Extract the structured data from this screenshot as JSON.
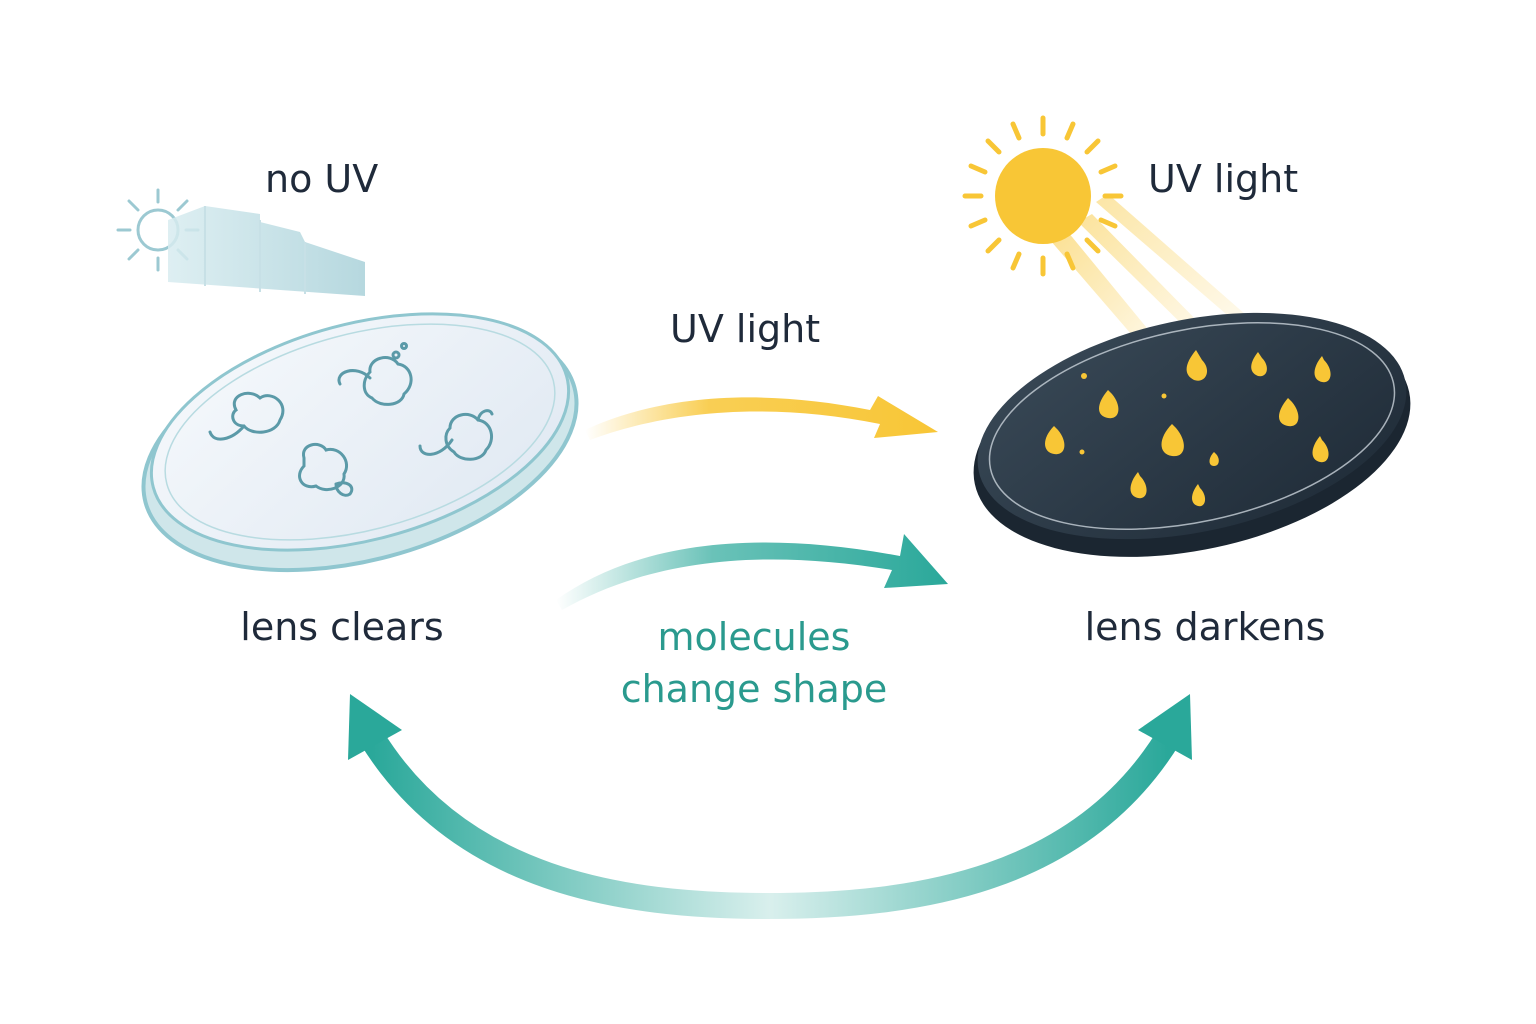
{
  "labels": {
    "no_uv": "no UV",
    "uv_light_top": "UV light",
    "uv_light_middle": "UV light",
    "lens_clears": "lens clears",
    "lens_darkens": "lens darkens",
    "molecules_line1": "molecules",
    "molecules_line2": "change shape"
  },
  "colors": {
    "text_dark": "#1f2a3a",
    "teal": "#2aa89a",
    "teal_text": "#2a9a8e",
    "yellow": "#f8c636",
    "lens_clear_edge": "#8fc6cf",
    "lens_clear_fill": "#eef3f8",
    "lens_dark": "#243240",
    "molecule_outline": "#5b9aa8",
    "small_sun": "#9cc9d2"
  },
  "icons": {
    "small_sun": "faded-sun-icon",
    "cloud_block": "blocked-uv-shield",
    "large_sun": "sun-icon"
  }
}
